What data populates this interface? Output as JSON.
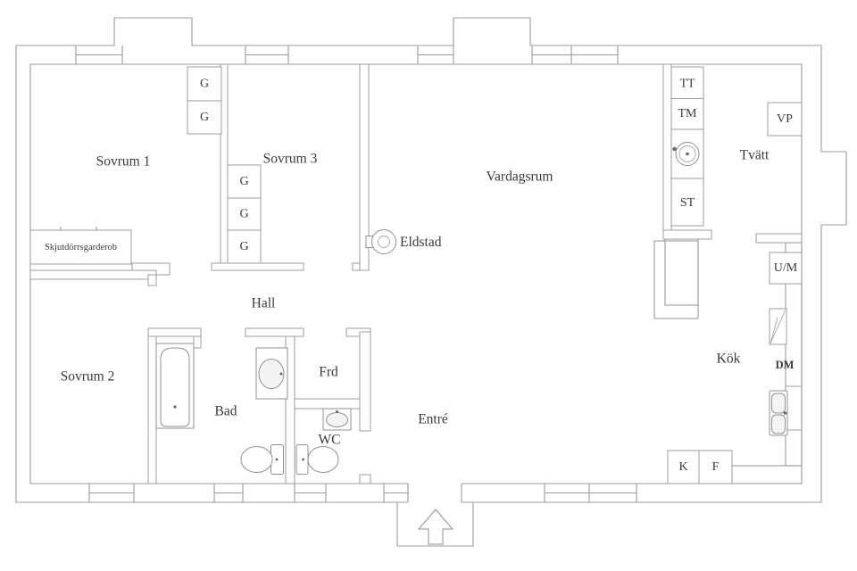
{
  "colors": {
    "wall_line": "#9c9c9c",
    "fixture_line": "#909090",
    "text": "#3a3a3a",
    "background": "#ffffff"
  },
  "rooms": {
    "sovrum1": {
      "label": "Sovrum 1"
    },
    "sovrum2": {
      "label": "Sovrum 2"
    },
    "sovrum3": {
      "label": "Sovrum 3"
    },
    "vardagsrum": {
      "label": "Vardagsrum"
    },
    "hall": {
      "label": "Hall"
    },
    "bad": {
      "label": "Bad"
    },
    "wc": {
      "label": "WC"
    },
    "frd": {
      "label": "Frd"
    },
    "entre": {
      "label": "Entré"
    },
    "kok": {
      "label": "Kök"
    },
    "tvatt": {
      "label": "Tvätt"
    }
  },
  "fixtures": {
    "wardrobe": "G",
    "sliding_wardrobe": "Skjutdörrsgarderob",
    "fireplace": "Eldstad",
    "dryer": "TT",
    "washing_machine": "TM",
    "laundry_bench": "ST",
    "water_heater": "VP",
    "oven_microwave": "U/M",
    "dishwasher": "DM",
    "fridge": "K",
    "freezer": "F"
  }
}
